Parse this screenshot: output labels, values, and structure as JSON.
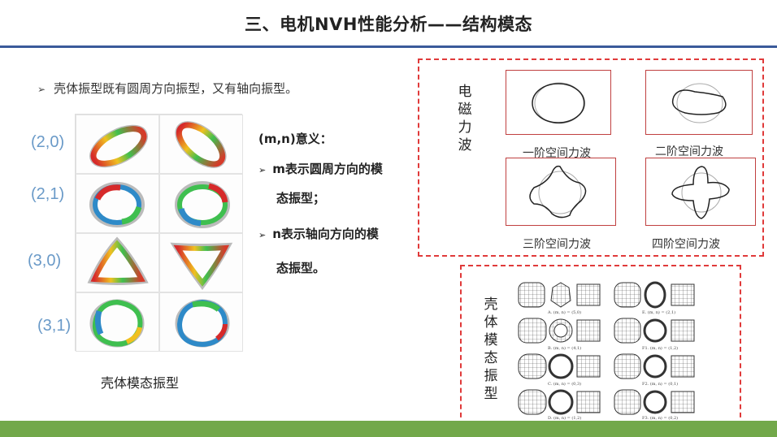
{
  "slide": {
    "title": "三、电机NVH性能分析——结构模态",
    "bullet_main": "壳体振型既有圆周方向振型，又有轴向振型。",
    "mode_labels": [
      "(2,0)",
      "(2,1)",
      "(3,0)",
      "(3,1)"
    ],
    "grid_caption": "壳体模态振型",
    "mn_title": "(m,n)意义：",
    "mn_items": [
      "m表示圆周方向的模",
      "态振型；",
      "n表示轴向方向的模",
      "态振型。"
    ],
    "em_box": {
      "vertical_label": [
        "电",
        "磁",
        "力",
        "波"
      ],
      "captions": [
        "一阶空间力波",
        "二阶空间力波",
        "三阶空间力波",
        "四阶空间力波"
      ]
    },
    "shell_box": {
      "vertical_label": [
        "壳",
        "体",
        "模",
        "态",
        "振",
        "型"
      ],
      "sub_captions": [
        "A. (m, n) = (5,0)",
        "B. (m, n) = (4,1)",
        "C. (m, n) = (0,3)",
        "D. (m, n) = (1,2)",
        "E. (m, n) = (2,1)",
        "F1. (m, n) = (1,2)",
        "F2. (m, n) = (0,1)",
        "F3. (m, n) = (0,2)"
      ]
    }
  },
  "colors": {
    "title_rule": "#3a5a9a",
    "accent_red": "#e03a3a",
    "bottom_bar": "#72a84a",
    "mode_label": "#6a9ac8"
  }
}
